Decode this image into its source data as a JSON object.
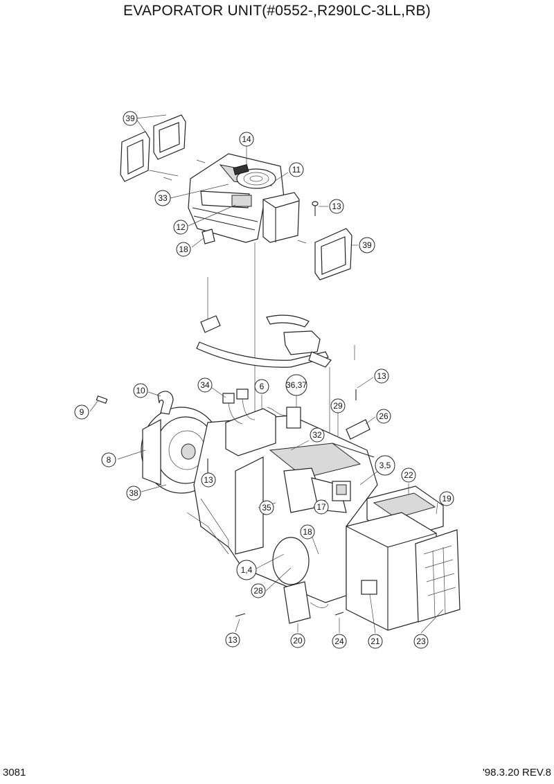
{
  "title": "EVAPORATOR UNIT(#0552-,R290LC-3LL,RB)",
  "footer": {
    "page": "3081",
    "revision": "'98.3.20 REV.8"
  },
  "callouts": [
    "39",
    "14",
    "11",
    "33",
    "13",
    "12",
    "18",
    "39",
    "10",
    "34",
    "6",
    "36,37",
    "13",
    "9",
    "29",
    "26",
    "32",
    "8",
    "3,5",
    "22",
    "13",
    "19",
    "38",
    "35",
    "17",
    "18",
    "1,4",
    "28",
    "13",
    "20",
    "24",
    "21",
    "23"
  ]
}
